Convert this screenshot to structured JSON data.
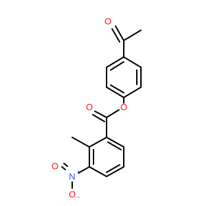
{
  "molecule": {
    "atom_labels": {
      "ketone_oxygen": "O",
      "ester_ether_oxygen": "O",
      "ester_carbonyl_oxygen": "O",
      "nitro_nitrogen": "N",
      "nitro_nitrogen_charge": "+",
      "nitro_oxygen_upper": "O",
      "nitro_oxygen_lower": "O",
      "nitro_oxygen_lower_charge": "−"
    },
    "colors": {
      "bond": "#000000",
      "oxygen": "#ff0d0d",
      "nitrogen": "#3050f8"
    }
  }
}
